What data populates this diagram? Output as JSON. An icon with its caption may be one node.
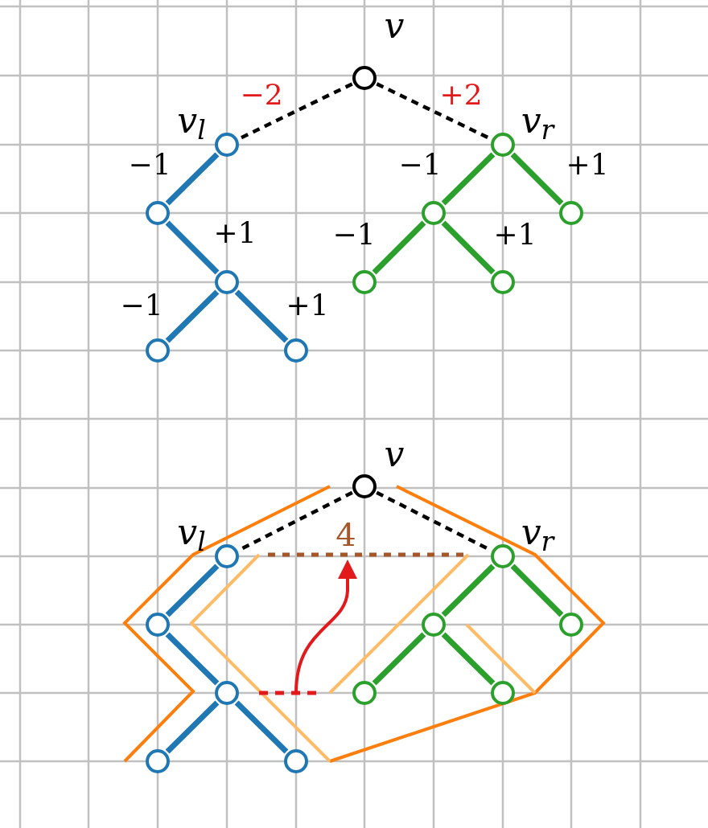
{
  "diagram": {
    "nodes": [
      {
        "text": [],
        "shape": "circle",
        "beside": [
          "v"
        ]
      },
      {
        "text": [],
        "shape": "circle",
        "beside": [
          "v$_{l}$"
        ]
      },
      {
        "text": [],
        "shape": "circle",
        "beside": [
          "v$_{r}$"
        ]
      },
      {
        "text": [],
        "shape": "circle"
      },
      {
        "text": [],
        "shape": "circle"
      },
      {
        "text": [],
        "shape": "circle"
      },
      {
        "text": [],
        "shape": "circle"
      },
      {
        "text": [],
        "shape": "circle"
      },
      {
        "text": [],
        "shape": "circle"
      },
      {
        "text": [],
        "shape": "circle"
      },
      {
        "text": [],
        "shape": "circle"
      },
      {
        "text": [],
        "shape": "circle",
        "beside": [
          "v"
        ]
      },
      {
        "text": [],
        "shape": "circle",
        "beside": [
          "v$_{l}$"
        ]
      },
      {
        "text": [],
        "shape": "circle",
        "beside": [
          "v$_{r}$"
        ]
      },
      {
        "text": [],
        "shape": "circle"
      },
      {
        "text": [],
        "shape": "circle"
      },
      {
        "text": [],
        "shape": "circle"
      },
      {
        "text": [],
        "shape": "circle"
      },
      {
        "text": [],
        "shape": "circle"
      },
      {
        "text": [],
        "shape": "circle"
      },
      {
        "text": [],
        "shape": "circle"
      },
      {
        "text": [],
        "shape": "circle"
      }
    ],
    "edges": [
      {
        "from": 0,
        "to": 1,
        "arrow": "none",
        "style": "dashed",
        "color": "#000000",
        "label": "−2"
      },
      {
        "from": 0,
        "to": 2,
        "arrow": "none",
        "style": "dashed",
        "color": "#000000",
        "label": "+2"
      },
      {
        "from": 1,
        "to": 3,
        "arrow": "none",
        "color": "#1f77b4",
        "label": "−1"
      },
      {
        "from": 3,
        "to": 4,
        "arrow": "none",
        "color": "#1f77b4",
        "label": "+1"
      },
      {
        "from": 4,
        "to": 5,
        "arrow": "none",
        "color": "#1f77b4",
        "label": "−1"
      },
      {
        "from": 4,
        "to": 6,
        "arrow": "none",
        "color": "#1f77b4",
        "label": "+1"
      },
      {
        "from": 2,
        "to": 7,
        "arrow": "none",
        "color": "#2ca02c",
        "label": "−1"
      },
      {
        "from": 2,
        "to": 8,
        "arrow": "none",
        "color": "#2ca02c",
        "label": "+1"
      },
      {
        "from": 7,
        "to": 9,
        "arrow": "none",
        "color": "#2ca02c",
        "label": "−1"
      },
      {
        "from": 7,
        "to": 10,
        "arrow": "none",
        "color": "#2ca02c",
        "label": "+1"
      },
      {
        "from": 11,
        "to": 12,
        "arrow": "none",
        "style": "dashed",
        "color": "#000000"
      },
      {
        "from": 11,
        "to": 13,
        "arrow": "none",
        "style": "dashed",
        "color": "#000000"
      },
      {
        "from": 12,
        "to": 14,
        "arrow": "none",
        "color": "#1f77b4"
      },
      {
        "from": 14,
        "to": 15,
        "arrow": "none",
        "color": "#1f77b4"
      },
      {
        "from": 15,
        "to": 16,
        "arrow": "none",
        "color": "#1f77b4"
      },
      {
        "from": 15,
        "to": 17,
        "arrow": "none",
        "color": "#1f77b4"
      },
      {
        "from": 13,
        "to": 18,
        "arrow": "none",
        "color": "#2ca02c"
      },
      {
        "from": 13,
        "to": 19,
        "arrow": "none",
        "color": "#2ca02c"
      },
      {
        "from": 18,
        "to": 20,
        "arrow": "none",
        "color": "#2ca02c"
      },
      {
        "from": 18,
        "to": 21,
        "arrow": "none",
        "color": "#2ca02c"
      }
    ],
    "labels": [
      "4"
    ]
  }
}
